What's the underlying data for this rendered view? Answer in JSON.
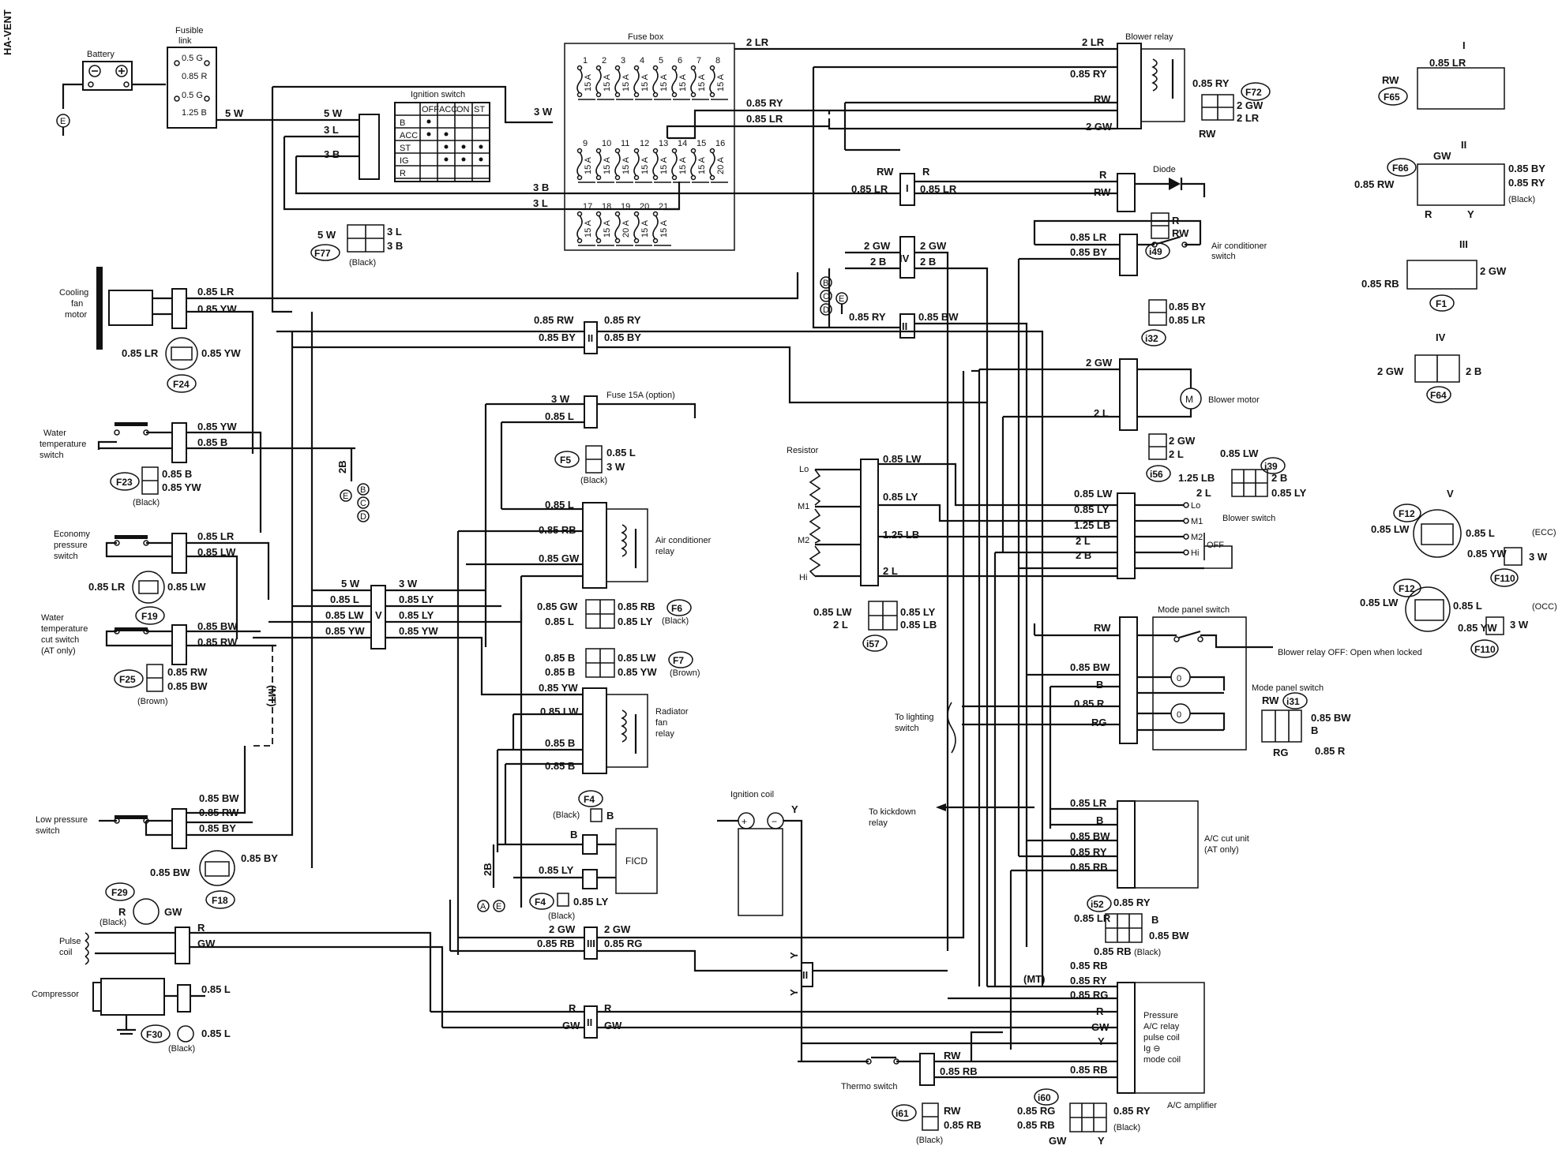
{
  "side_label": "HA-VENT",
  "battery": "Battery",
  "fusible_link": [
    "Fusible",
    "link"
  ],
  "fusible_ratings": [
    "0.5 G",
    "0.85 R",
    "0.5 G",
    "1.25 B"
  ],
  "fuse_box": "Fuse box",
  "ignition_switch": {
    "title": "Ignition switch",
    "cols": [
      "OFF",
      "ACC",
      "ON",
      "ST"
    ],
    "rows": [
      "B",
      "ACC",
      "ST",
      "IG",
      "R"
    ],
    "wires": [
      "5 W",
      "3 L",
      "3 B"
    ]
  },
  "fuses_row1": [
    [
      "1",
      "15 A"
    ],
    [
      "2",
      "15 A"
    ],
    [
      "3",
      "15 A"
    ],
    [
      "4",
      "15 A"
    ],
    [
      "5",
      "15 A"
    ],
    [
      "6",
      "15 A"
    ],
    [
      "7",
      "15 A"
    ],
    [
      "8",
      "15 A"
    ]
  ],
  "fuses_row2": [
    [
      "9",
      "15 A"
    ],
    [
      "10",
      "15 A"
    ],
    [
      "11",
      "15 A"
    ],
    [
      "12",
      "15 A"
    ],
    [
      "13",
      "15 A"
    ],
    [
      "14",
      "15 A"
    ],
    [
      "15",
      "15 A"
    ],
    [
      "16",
      "20 A"
    ]
  ],
  "fuses_row3": [
    [
      "17",
      "15 A"
    ],
    [
      "18",
      "15 A"
    ],
    [
      "19",
      "20 A"
    ],
    [
      "20",
      "15 A"
    ],
    [
      "21",
      "15 A"
    ]
  ],
  "connectors": {
    "F77": {
      "id": "F77",
      "pins": [
        "5 W",
        "3 L",
        "3 B"
      ],
      "color": "(Black)"
    },
    "F72": {
      "id": "F72",
      "pins": [
        "0.85 RY",
        "2 GW",
        "2 LR",
        "RW"
      ]
    },
    "F24": {
      "id": "F24",
      "pins": [
        "0.85 LR",
        "0.85 YW"
      ]
    },
    "F23": {
      "id": "F23",
      "pins": [
        "0.85 B",
        "0.85 YW"
      ],
      "color": "(Black)"
    },
    "F19": {
      "id": "F19",
      "pins": [
        "0.85 LR",
        "0.85 LW"
      ]
    },
    "F25": {
      "id": "F25",
      "pins": [
        "0.85 RW",
        "0.85 BW"
      ],
      "color": "(Brown)"
    },
    "F18": {
      "id": "F18",
      "pins": [
        "0.85 BW",
        "0.85 BY"
      ]
    },
    "F29": {
      "id": "F29",
      "pins": [
        "R",
        "GW"
      ],
      "color": "(Black)"
    },
    "F30": {
      "id": "F30",
      "pins": [
        "0.85 L"
      ],
      "color": "(Black)"
    },
    "F5": {
      "id": "F5",
      "pins": [
        "0.85 L",
        "3 W"
      ],
      "color": "(Black)"
    },
    "F6": {
      "id": "F6",
      "pins": [
        "0.85 GW",
        "0.85 RB",
        "0.85 L",
        "0.85 LY"
      ],
      "color": "(Black)"
    },
    "F7": {
      "id": "F7",
      "pins": [
        "0.85 B",
        "0.85 LW",
        "0.85 B",
        "0.85 YW"
      ],
      "color": "(Brown)"
    },
    "F4a": {
      "id": "F4",
      "pins": [
        "B"
      ],
      "color": "(Black)"
    },
    "F4b": {
      "id": "F4",
      "pins": [
        "0.85 LY"
      ],
      "color": "(Black)"
    },
    "i49": {
      "id": "i49",
      "pins": [
        "R",
        "RW"
      ]
    },
    "i32": {
      "id": "i32",
      "pins": [
        "0.85 BY",
        "0.85 LR"
      ]
    },
    "i56": {
      "id": "i56",
      "pins": [
        "2 GW",
        "2 L"
      ]
    },
    "i39": {
      "id": "i39",
      "pins": [
        "0.85 LW",
        "1.25 LB",
        "2 B",
        "2 L",
        "0.85 LY"
      ]
    },
    "i57": {
      "id": "i57",
      "pins": [
        "0.85 LW",
        "0.85 LY",
        "2 L",
        "0.85 LB"
      ]
    },
    "i31": {
      "id": "i31",
      "pins": [
        "RW",
        "0.85 BW",
        "B",
        "RG",
        "0.85 R"
      ]
    },
    "i52": {
      "id": "i52",
      "pins": [
        "0.85 RY",
        "0.85 LR",
        "B",
        "0.85 RB",
        "0.85 BW"
      ],
      "color": "(Black)"
    },
    "i60": {
      "id": "i60",
      "pins": [
        "0.85 RG",
        "0.85 RB",
        "0.85 RY",
        "GW",
        "Y"
      ],
      "color": "(Black)"
    },
    "i61": {
      "id": "i61",
      "pins": [
        "RW",
        "0.85 RB"
      ],
      "color": "(Black)"
    }
  },
  "components": {
    "cooling_fan_motor": [
      "Cooling",
      "fan",
      "motor"
    ],
    "water_temp_switch": [
      "Water",
      "temperature",
      "switch"
    ],
    "economy_pressure_switch": [
      "Economy",
      "pressure",
      "switch"
    ],
    "water_temp_cut_switch": [
      "Water",
      "temperature",
      "cut switch",
      "(AT only)"
    ],
    "low_pressure_switch": [
      "Low pressure",
      "switch"
    ],
    "pulse_coil": [
      "Pulse",
      "coil"
    ],
    "compressor": "Compressor",
    "blower_relay": "Blower relay",
    "diode": "Diode",
    "ac_switch": [
      "Air conditioner",
      "switch"
    ],
    "blower_motor": "Blower motor",
    "fuse_15a": "Fuse 15A (option)",
    "ac_relay": [
      "Air conditioner",
      "relay"
    ],
    "radiator_fan_relay": [
      "Radiator",
      "fan",
      "relay"
    ],
    "ficd": "FICD",
    "ignition_coil": "Ignition coil",
    "resistor": "Resistor",
    "resistor_taps": [
      "Lo",
      "M1",
      "M2",
      "Hi"
    ],
    "blower_switch": "Blower switch",
    "blower_switch_pos": [
      "Lo",
      "M1",
      "M2",
      "Hi",
      "OFF"
    ],
    "mode_panel_switch": "Mode panel switch",
    "mode_panel_switch2": "Mode panel switch",
    "blower_relay_off": "Blower relay OFF:  Open when locked",
    "to_lighting_switch": [
      "To lighting",
      "switch"
    ],
    "to_kickdown_relay": [
      "To kickdown",
      "relay"
    ],
    "ac_cut_unit": [
      "A/C cut unit",
      "(AT only)"
    ],
    "ac_amp_box": [
      "Pressure",
      "A/C relay",
      "pulse coil",
      "Ig ⊖",
      "mode coil"
    ],
    "ac_amplifier": "A/C amplifier",
    "thermo_switch": "Thermo switch"
  },
  "wires": {
    "w5w": "5 W",
    "w3w": "3 W",
    "w2lr": "2 LR",
    "w085ry": "0.85 RY",
    "w085lr": "0.85 LR",
    "w3b": "3 B",
    "w3l": "3 L",
    "w085yw": "0.85 YW",
    "w085b": "0.85 B",
    "w085lw": "0.85 LW",
    "w085bw": "0.85 BW",
    "w085rw": "0.85 RW",
    "w085by": "0.85 BY",
    "wR": "R",
    "wGW": "GW",
    "w085l": "0.85 L",
    "wRW": "RW",
    "w2gw": "2 GW",
    "w2b": "2 B",
    "w085rb": "0.85 RB",
    "w085gw": "0.85 GW",
    "w085ly": "0.85 LY",
    "w2l": "2 L",
    "w125lb": "1.25 LB",
    "w085rg": "0.85 RG",
    "wB": "B",
    "wRG": "RG",
    "w085r": "0.85 R",
    "wY": "Y",
    "w2B": "2B",
    "wMT": "(MT)",
    "wMT2": "(MT)"
  },
  "junctions": [
    "I",
    "II",
    "III",
    "IV",
    "V"
  ],
  "ground_marks": [
    "E",
    "B",
    "C",
    "D",
    "A"
  ],
  "connector_views": {
    "I": {
      "roman": "I",
      "pins": [
        "0.85 LR",
        "RW"
      ],
      "id": "F65"
    },
    "II": {
      "roman": "II",
      "pins": [
        "GW",
        "0.85 BY",
        "0.85 RW",
        "0.85 RY",
        "R",
        "Y"
      ],
      "id": "F66",
      "color": "(Black)"
    },
    "III": {
      "roman": "III",
      "pins": [
        "0.85 RB",
        "2 GW"
      ],
      "id": "F1"
    },
    "IV": {
      "roman": "IV",
      "pins": [
        "2 GW",
        "2 B"
      ],
      "id": "F64"
    },
    "V": {
      "roman": "V",
      "pins": [
        "0.85 LW",
        "0.85 L",
        "0.85 YW",
        "3 W"
      ],
      "id": "F12",
      "id2": "F110",
      "tag": "(ECC)",
      "pins2": [
        "0.85 LW",
        "0.85 L",
        "0.85 YW",
        "3 W"
      ],
      "tag2": "(OCC)"
    }
  }
}
